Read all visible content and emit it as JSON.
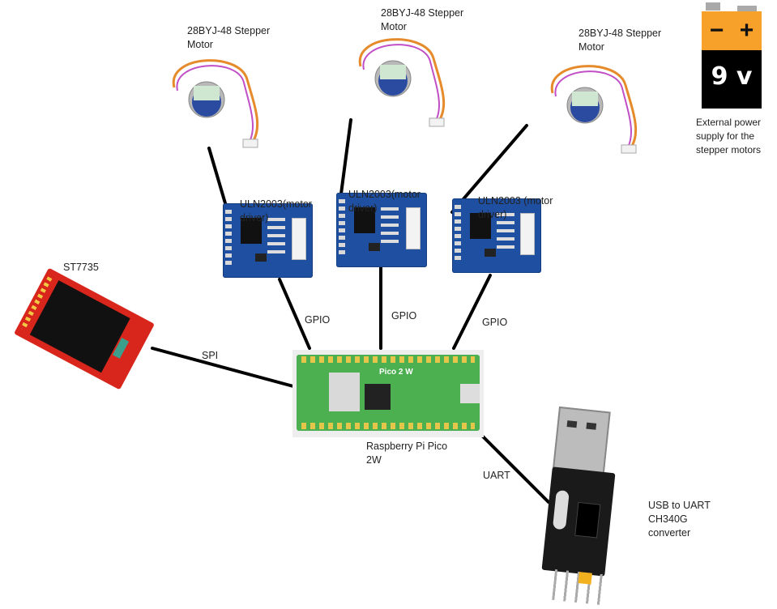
{
  "motors": [
    {
      "label": "28BYJ-48 Stepper Motor"
    },
    {
      "label": "28BYJ-48 Stepper Motor"
    },
    {
      "label": "28BYJ-48 Stepper Motor"
    }
  ],
  "drivers": [
    {
      "label": "ULN2003(motor driver)"
    },
    {
      "label": "ULN2003(motor driver)"
    },
    {
      "label": "ULN2003 (motor driver)"
    }
  ],
  "battery": {
    "voltage": "9 v",
    "minus": "−",
    "plus": "+",
    "label": "External power supply for the stepper motors"
  },
  "display": {
    "label": "ST7735"
  },
  "pico": {
    "label": "Raspberry Pi Pico 2W",
    "silk": "Pico 2 W"
  },
  "usb_uart": {
    "label": "USB to UART CH340G converter"
  },
  "connections": {
    "gpio1": "GPIO",
    "gpio2": "GPIO",
    "gpio3": "GPIO",
    "spi": "SPI",
    "uart": "UART"
  },
  "colors": {
    "board_blue": "#1f4fa0",
    "pico_green": "#4caf50",
    "battery_orange": "#f7a12b",
    "display_red": "#d8261d"
  }
}
